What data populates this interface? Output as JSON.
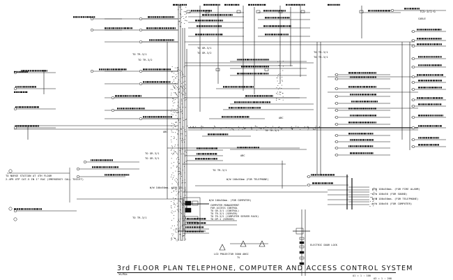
{
  "drawing": {
    "title": "3rd FLOOR PLAN TELEPHONE, COMPUTER AND ACCESS CONTROL SYSTEM",
    "scale_label": "SCALE",
    "ref_line_1": "A1 = 1 : 100",
    "ref_line_2": "A3 = 1 : 200"
  },
  "notes": {
    "nurse_station_1": "TO NURSE STATION AT 4TH FLOOR",
    "nurse_station_2": "2-4PR UTP CAT-5 IN 1\" RAC (EMERGENCY CALL TOILET)",
    "computer_mgmt_1": "COMPUTER MANAGEMENT",
    "computer_mgmt_2": "FOR ACCESS CONTROL",
    "computer_mgmt_3": "TO GR-3/1 (CONTROL)",
    "computer_mgmt_4": "TO TR-3/1 (SERVER)",
    "computer_mgmt_5": "TO TR-3/2 (COMPUTER SERVER RACK)",
    "computer_mgmt_6": "TO DP-1 (SERVER)",
    "lcd_projector": "LCD PROJECTOR 3000 ANSI",
    "tv_label": "TV",
    "electric_door": "ELECTRIC DOOR LOCK",
    "right_1": "W/W 100x50mm. (FOR FIRE ALARM)",
    "right_2": "W/W 100x50 (FOR SOUND)",
    "right_3": "W/W 100x50mm. (FOR TELEPHONE)",
    "right_4": "W/W 100x50 (FOR COMPUTER)",
    "ww_tel": "W/W 100x50mm. (FOR TEL.)",
    "ww_tel_2": "W/W 100x50mm (FOR TELEPHONE)",
    "ww_computer": "W/W 100x50mm. (FOR COMPUTER)",
    "to_tr_1": "TO TR-3/1",
    "to_tr_2": "TO TR-3/2",
    "to_gr_1": "TO GR-3/1",
    "to_gr_2": "TO GR-3/2",
    "to_tr_3": "TO TR-3/1",
    "to_tr_4": "TO TR-3/1",
    "to_gr_3": "TO GR-3/1",
    "to_gr_4": "TO GR-3/1",
    "to_tr_5": "TO TR-3/1",
    "to_tr_6": "TO TR-3/1",
    "to_tr_7": "TO TR-3/1",
    "top_right": "TCS-3/1-G",
    "top_right_sub": "CABLE",
    "abc_1": "ABC",
    "abc_2": "ABC",
    "abc_3": "ABC"
  }
}
